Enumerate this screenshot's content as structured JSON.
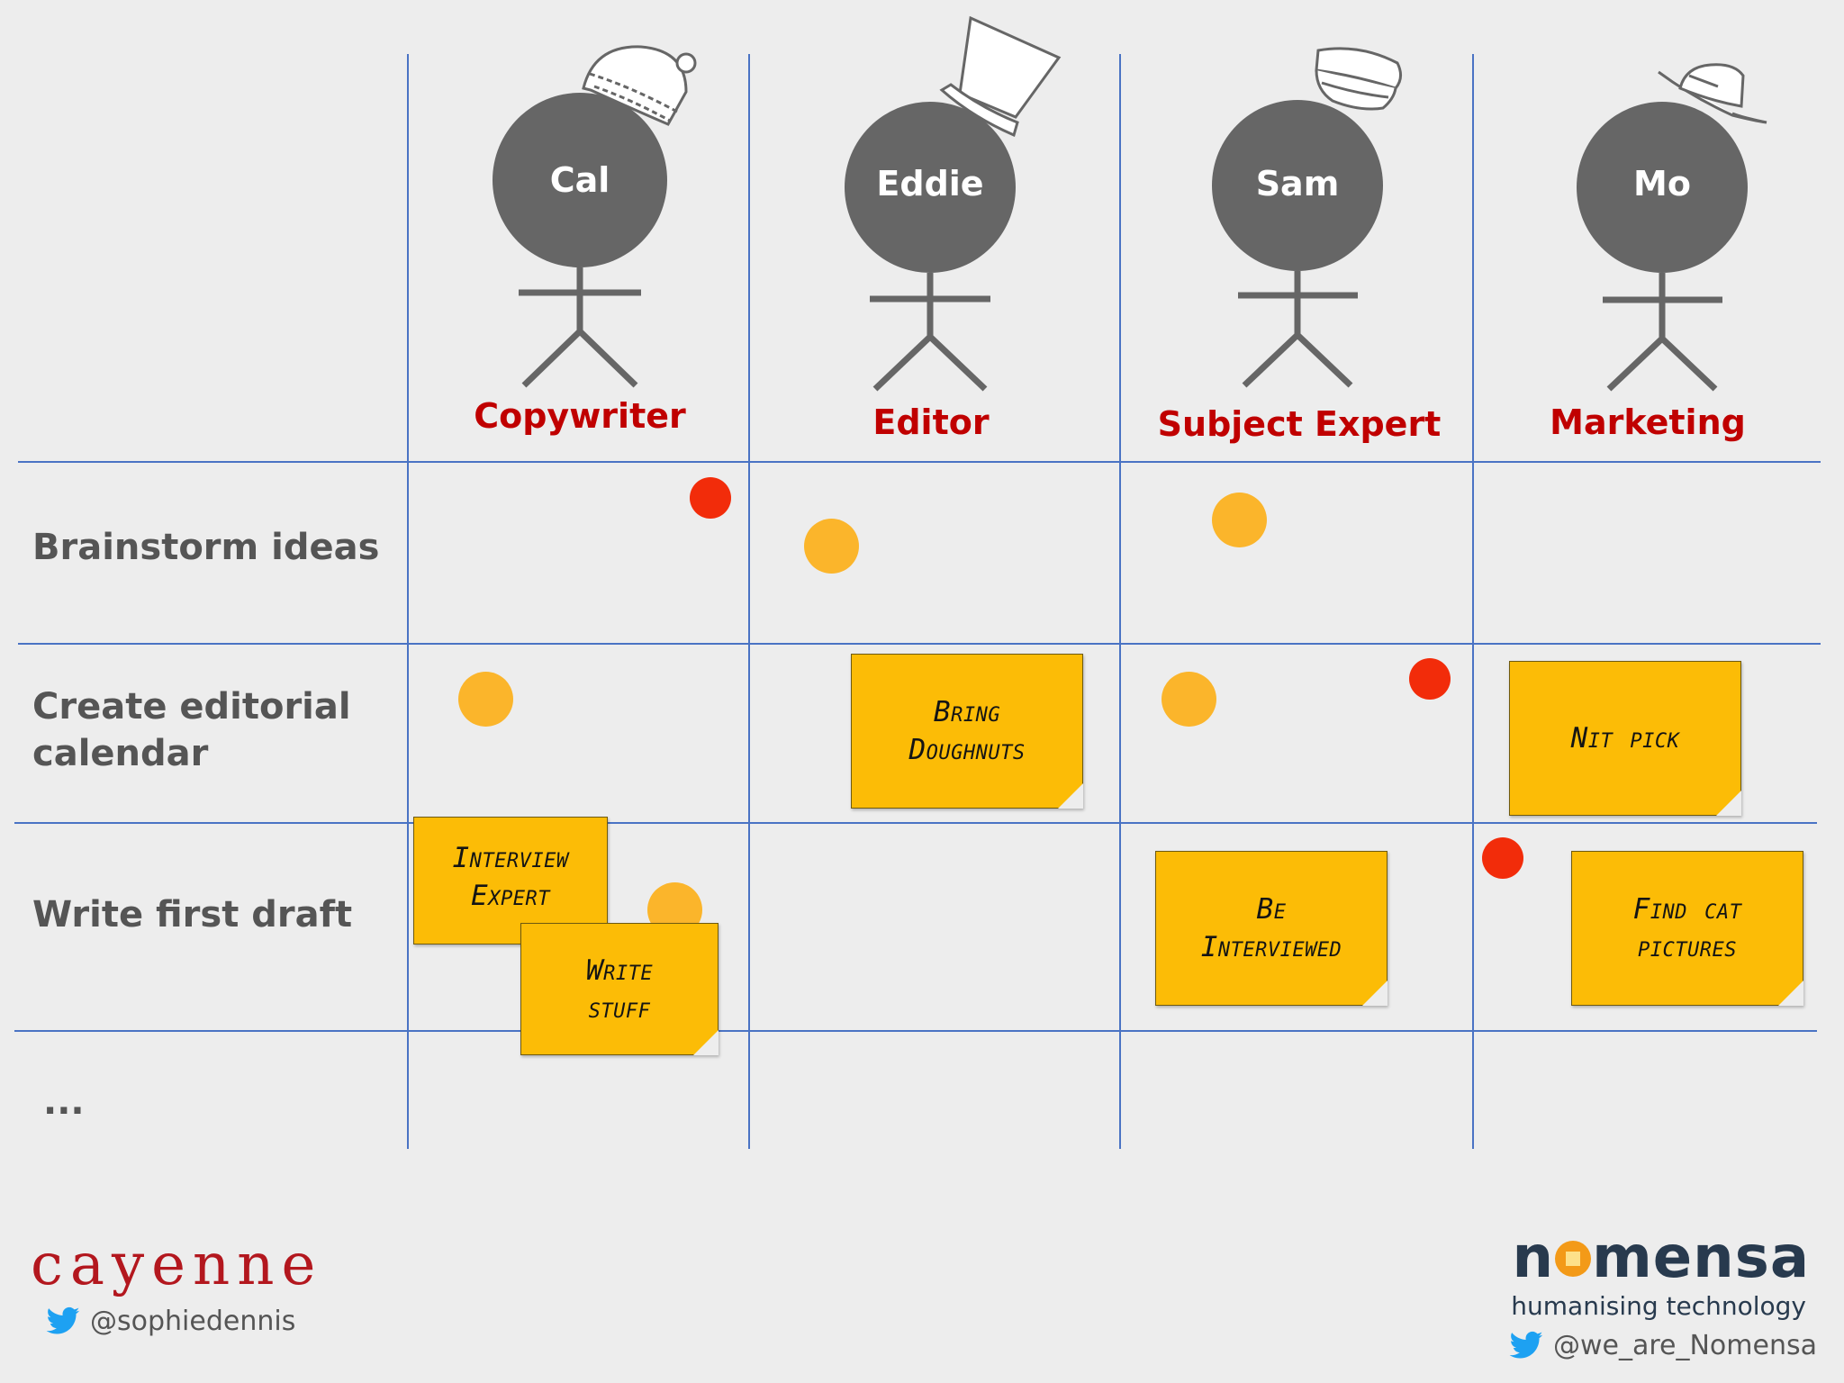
{
  "personas": [
    {
      "name": "Cal",
      "role": "Copywriter",
      "hat": "beanie-hat-icon"
    },
    {
      "name": "Eddie",
      "role": "Editor",
      "hat": "top-hat-icon"
    },
    {
      "name": "Sam",
      "role": "Subject Expert",
      "hat": "cap-hat-icon"
    },
    {
      "name": "Mo",
      "role": "Marketing",
      "hat": "fedora-hat-icon"
    }
  ],
  "rows": [
    {
      "label": "Brainstorm ideas"
    },
    {
      "label": "Create editorial\ncalendar"
    },
    {
      "label": "Write first draft"
    },
    {
      "label": "..."
    }
  ],
  "stickies": [
    {
      "text": "Bring\nDoughnuts"
    },
    {
      "text": "Nit pick"
    },
    {
      "text": "Interview\nExpert"
    },
    {
      "text": "Write\nstuff"
    },
    {
      "text": "Be\nInterviewed"
    },
    {
      "text": "Find cat\npictures"
    }
  ],
  "colors": {
    "grid_line": "#4a73c4",
    "persona_fill": "#666666",
    "role_text": "#c00000",
    "dot_orange": "#fbb52b",
    "dot_red": "#f22c0a",
    "sticky": "#fcbc06"
  },
  "footer": {
    "left_brand": "cayenne",
    "left_handle": "@sophiedennis",
    "right_brand_before": "n",
    "right_brand_after": "mensa",
    "right_tagline": "humanising technology",
    "right_handle": "@we_are_Nomensa"
  }
}
